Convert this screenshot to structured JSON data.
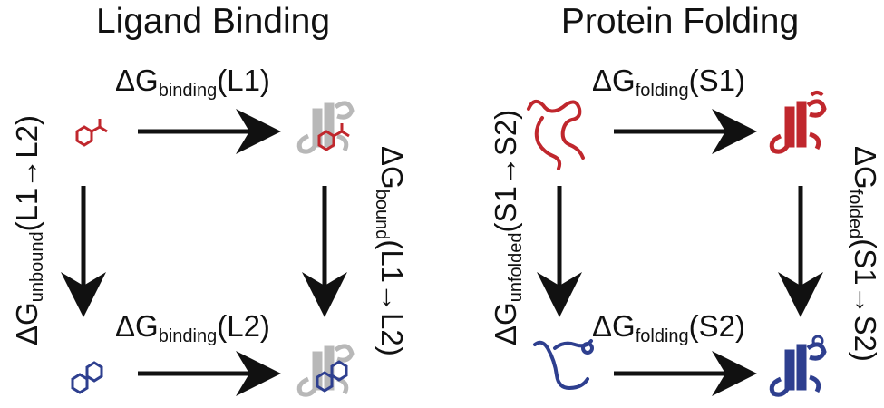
{
  "panels": {
    "left": {
      "title": "Ligand Binding",
      "top_label": {
        "symbol": "ΔG",
        "sub": "binding",
        "arg": "(L1)"
      },
      "bottom_label": {
        "symbol": "ΔG",
        "sub": "binding",
        "arg": "(L2)"
      },
      "left_label": {
        "symbol": "ΔG",
        "sub": "unbound",
        "arg": "(L1→L2)"
      },
      "right_label": {
        "symbol": "ΔG",
        "sub": "bound",
        "arg": "(L1→L2)"
      }
    },
    "right": {
      "title": "Protein Folding",
      "top_label": {
        "symbol": "ΔG",
        "sub": "folding",
        "arg": "(S1)"
      },
      "bottom_label": {
        "symbol": "ΔG",
        "sub": "folding",
        "arg": "(S2)"
      },
      "left_label": {
        "symbol": "ΔG",
        "sub": "unfolded",
        "arg": "(S1→S2)"
      },
      "right_label": {
        "symbol": "ΔG",
        "sub": "folded",
        "arg": "(S1→S2)"
      }
    }
  },
  "colors": {
    "state1": "#c0272d",
    "state2": "#2e3f8f",
    "protein_gray": "#b8b8b8",
    "arrow": "#111111"
  }
}
